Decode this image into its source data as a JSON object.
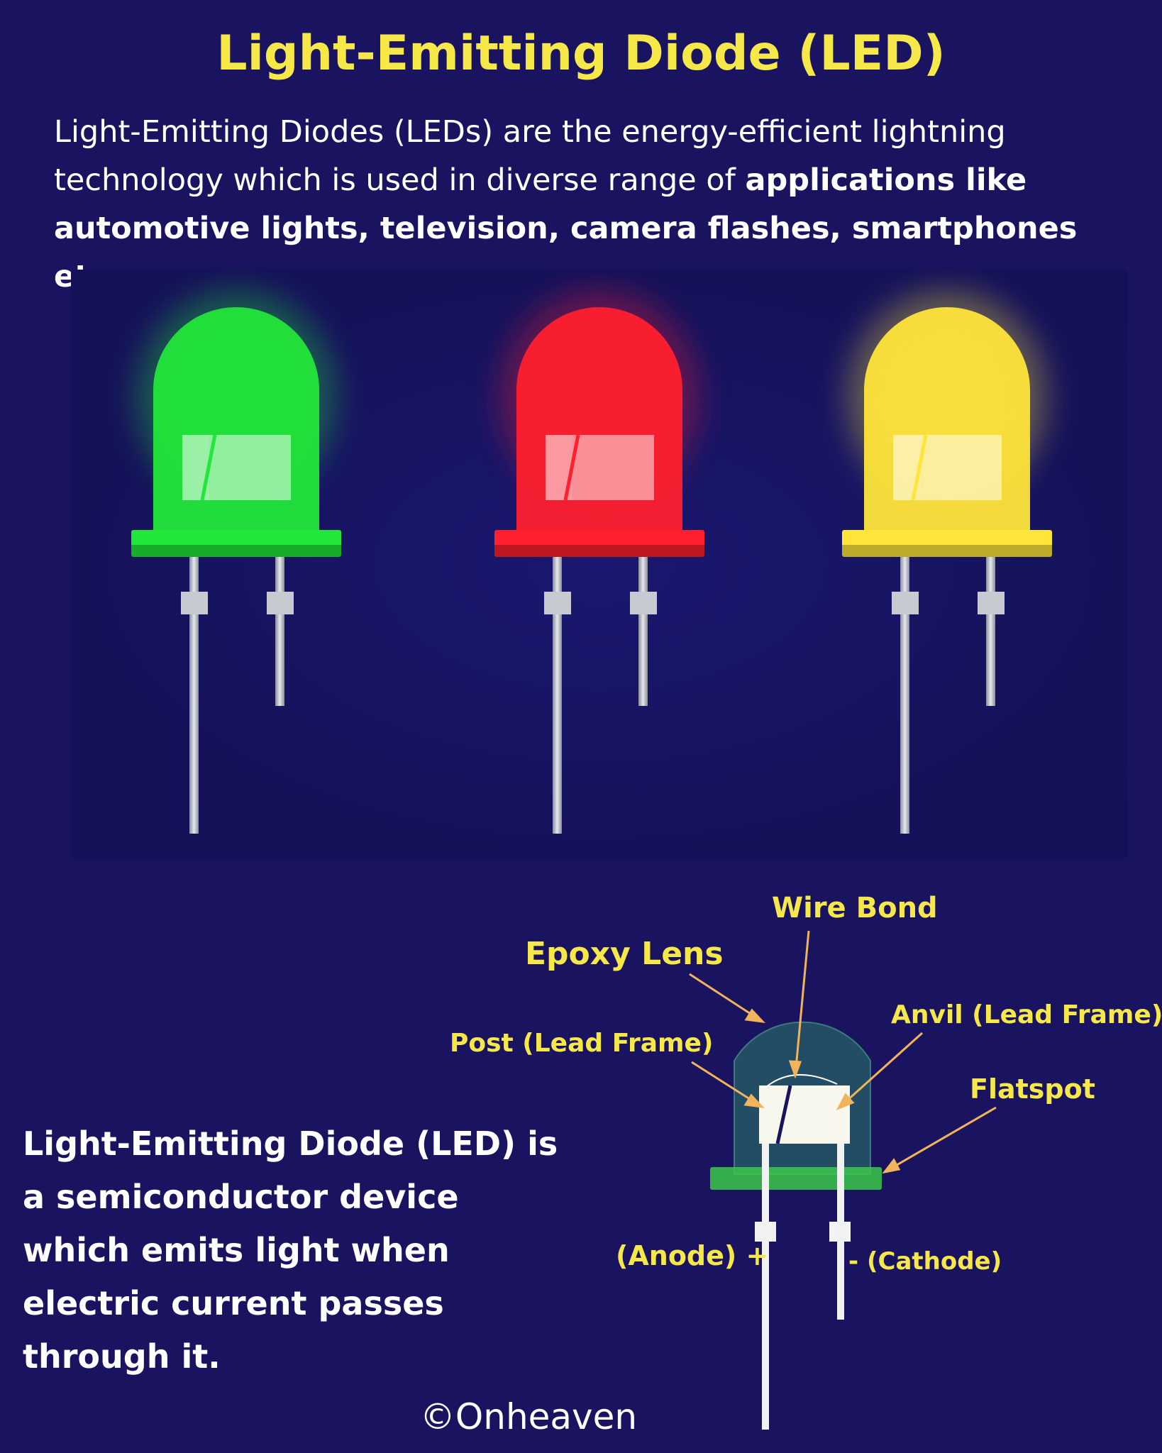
{
  "title": "Light-Emitting Diode (LED)",
  "intro": {
    "plain": "Light-Emitting Diodes (LEDs) are the energy-efficient lightning technology which is used in diverse range of ",
    "bold": "applications like automotive lights, television, camera flashes, smartphones etc."
  },
  "definition": "Light-Emitting Diode (LED) is a semiconductor device which emits light when electric current passes through it.",
  "leds": [
    {
      "color_name": "green",
      "color": "#22e63a"
    },
    {
      "color_name": "red",
      "color": "#ff1f2e"
    },
    {
      "color_name": "yellow",
      "color": "#ffe53a"
    }
  ],
  "diagram": {
    "labels": {
      "wire_bond": "Wire Bond",
      "epoxy_lens": "Epoxy Lens",
      "anvil": "Anvil (Lead Frame)",
      "post": "Post (Lead Frame)",
      "flatspot": "Flatspot",
      "anode": "(Anode) +",
      "cathode": "- (Cathode)"
    },
    "accent_color": "#f2b45a"
  },
  "copyright": "©Onheaven",
  "colors": {
    "background": "#1a1460",
    "title": "#f7e84a",
    "text": "#ffffff"
  }
}
